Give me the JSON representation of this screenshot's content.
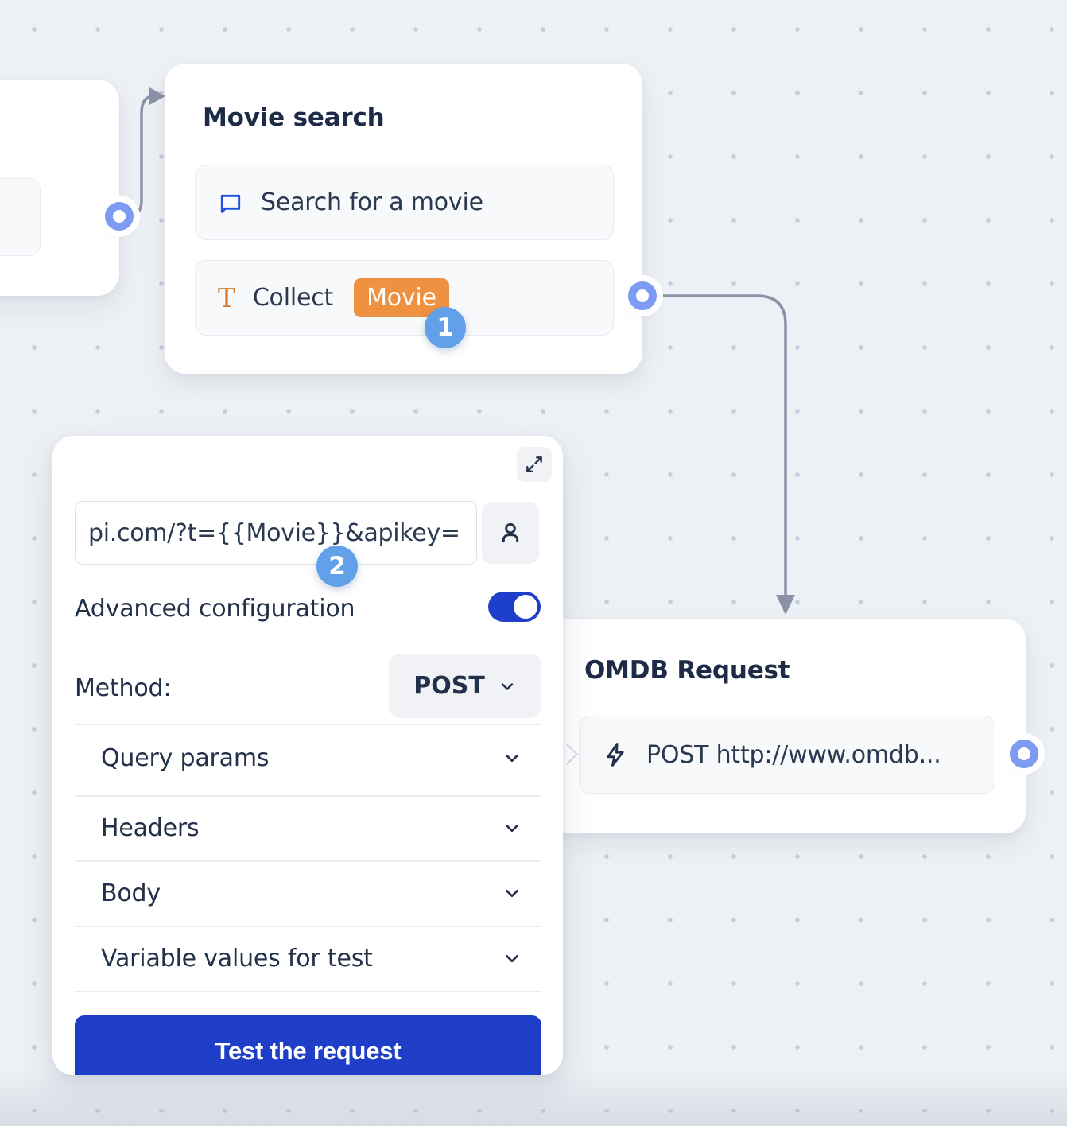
{
  "nodes": {
    "movie_search": {
      "title": "Movie search",
      "items": [
        {
          "icon": "chat-bubble-icon",
          "label": "Search for a movie"
        },
        {
          "icon": "text-input-icon",
          "label": "Collect",
          "variable": "Movie"
        }
      ]
    },
    "omdb_request": {
      "title": "OMDB Request",
      "items": [
        {
          "icon": "lightning-icon",
          "label": "POST http://www.omdb..."
        }
      ]
    }
  },
  "panel": {
    "url_value": "pi.com/?t={{Movie}}&apikey=",
    "advanced_label": "Advanced configuration",
    "advanced_enabled": "on",
    "method_label": "Method:",
    "method_value": "POST",
    "sections": [
      {
        "label": "Query params"
      },
      {
        "label": "Headers"
      },
      {
        "label": "Body"
      },
      {
        "label": "Variable values for test"
      }
    ],
    "test_button_label": "Test the request"
  },
  "badges": [
    {
      "value": "1"
    },
    {
      "value": "2"
    }
  ],
  "colors": {
    "accent_blue": "#1e3ec8",
    "badge_blue": "#63a0ea",
    "port_blue": "#7d9bf2",
    "wire_gray": "#8a92a5",
    "orange_chip": "#ee9140",
    "dark_navy": "#22304a",
    "canvas_bg": "#edf0f4"
  }
}
